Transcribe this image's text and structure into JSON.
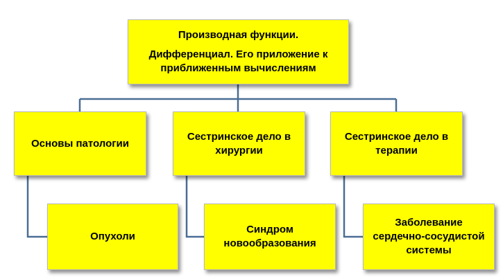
{
  "diagram": {
    "root": {
      "line1": "Производная функции.",
      "line2": "Дифференциал. Его приложение к",
      "line3": "приближенным вычислениям"
    },
    "children": [
      {
        "lines": [
          "Основы патологии"
        ],
        "child": {
          "lines": [
            "Опухоли"
          ]
        }
      },
      {
        "lines": [
          "Сестринское дело в",
          "хирургии"
        ],
        "child": {
          "lines": [
            "Синдром",
            "новообразования"
          ]
        }
      },
      {
        "lines": [
          "Сестринское дело в",
          "терапии"
        ],
        "child": {
          "lines": [
            "Заболевание",
            "сердечно-сосудистой",
            "системы"
          ]
        }
      }
    ],
    "colors": {
      "box_fill": "#ffff00",
      "connector": "#4a6d94"
    }
  }
}
